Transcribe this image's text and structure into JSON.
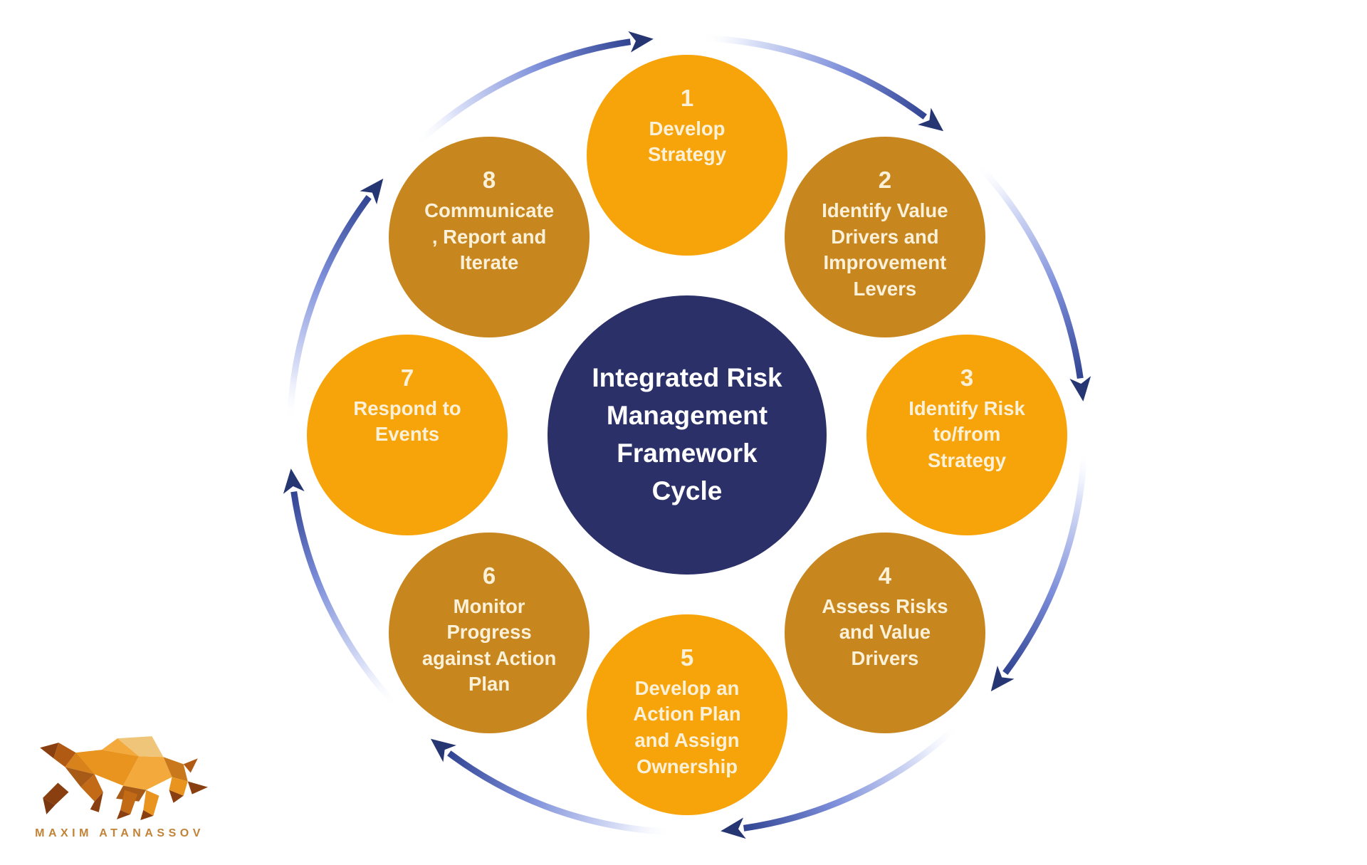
{
  "diagram": {
    "center_title": "Integrated Risk Management Framework Cycle",
    "center_lines": [
      "Integrated Risk",
      "Management",
      "Framework",
      "Cycle"
    ],
    "flow": "clockwise",
    "steps": [
      {
        "number": "1",
        "label": "Develop Strategy",
        "lines": [
          "Develop",
          "Strategy"
        ],
        "tone": "bright"
      },
      {
        "number": "2",
        "label": "Identify Value Drivers and Improvement Levers",
        "lines": [
          "Identify Value",
          "Drivers and",
          "Improvement",
          "Levers"
        ],
        "tone": "bronze"
      },
      {
        "number": "3",
        "label": "Identify Risk to/from Strategy",
        "lines": [
          "Identify Risk",
          "to/from",
          "Strategy"
        ],
        "tone": "bright"
      },
      {
        "number": "4",
        "label": "Assess Risks and Value Drivers",
        "lines": [
          "Assess Risks",
          "and Value",
          "Drivers"
        ],
        "tone": "bronze"
      },
      {
        "number": "5",
        "label": "Develop an Action Plan and Assign Ownership",
        "lines": [
          "Develop an",
          "Action Plan",
          "and Assign",
          "Ownership"
        ],
        "tone": "bright"
      },
      {
        "number": "6",
        "label": "Monitor Progress against Action Plan",
        "lines": [
          "Monitor",
          "Progress",
          "against Action",
          "Plan"
        ],
        "tone": "bronze"
      },
      {
        "number": "7",
        "label": "Respond to Events",
        "lines": [
          "Respond to",
          "Events"
        ],
        "tone": "bright"
      },
      {
        "number": "8",
        "label": "Communicate, Report and Iterate",
        "lines": [
          "Communicate",
          ", Report and",
          "Iterate"
        ],
        "tone": "bronze"
      }
    ],
    "colors": {
      "bright_orange": "#F7A40B",
      "bronze_orange": "#C8861F",
      "center_navy": "#2B3168",
      "arrow_dark": "#2B3E8C",
      "arrow_head": "#263673",
      "arrow_mid": "#7B8DD9",
      "step_text": "#FBF1D9",
      "center_text": "#FFFFFF"
    }
  },
  "branding": {
    "name": "MAXIM ATANASSOV",
    "logo_icon": "bull-logo-icon",
    "text_color": "#C08338"
  }
}
